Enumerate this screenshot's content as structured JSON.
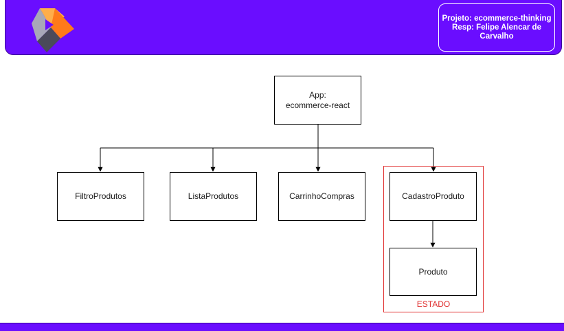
{
  "header": {
    "project_line": "Projeto: ecommerce-thinking",
    "resp_line": "Resp: Felipe Alencar de Carvalho"
  },
  "nodes": {
    "app": {
      "line1": "App:",
      "line2": "ecommerce-react"
    },
    "filtro": "FiltroProdutos",
    "lista": "ListaProdutos",
    "carrinho": "CarrinhoCompras",
    "cadastro": "CadastroProduto",
    "produto": "Produto"
  },
  "state_group": {
    "label": "ESTADO"
  },
  "colors": {
    "brand": "#6a0dff",
    "state_border": "#e03030",
    "logo_orange": "#ff7a1a",
    "logo_gray": "#a8a8b8",
    "logo_dark": "#4a4a5a"
  }
}
